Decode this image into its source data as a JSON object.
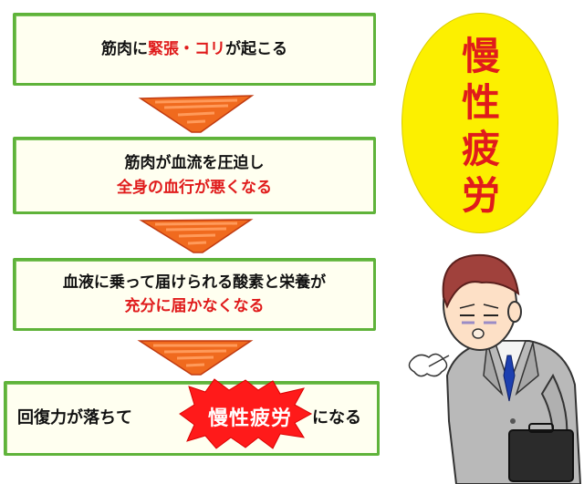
{
  "steps": [
    {
      "line1_a": "筋肉に",
      "line1_red": "緊張・コリ",
      "line1_b": "が起こる"
    },
    {
      "line1": "筋肉が血流を圧迫し",
      "line2_red": "全身の血行が悪くなる"
    },
    {
      "line1": "血液に乗って届けられる酸素と栄養が",
      "line2_red": "充分に届かなくなる"
    },
    {
      "pre": "回復力が落ちて",
      "burst": "慢性疲労",
      "post": "になる"
    }
  ],
  "title_chars": [
    "慢",
    "性",
    "疲",
    "労"
  ],
  "colors": {
    "box_border": "#5fb33a",
    "arrow": "#f06a1e",
    "accent": "#e01b1b",
    "ellipse": "#fcf000"
  }
}
